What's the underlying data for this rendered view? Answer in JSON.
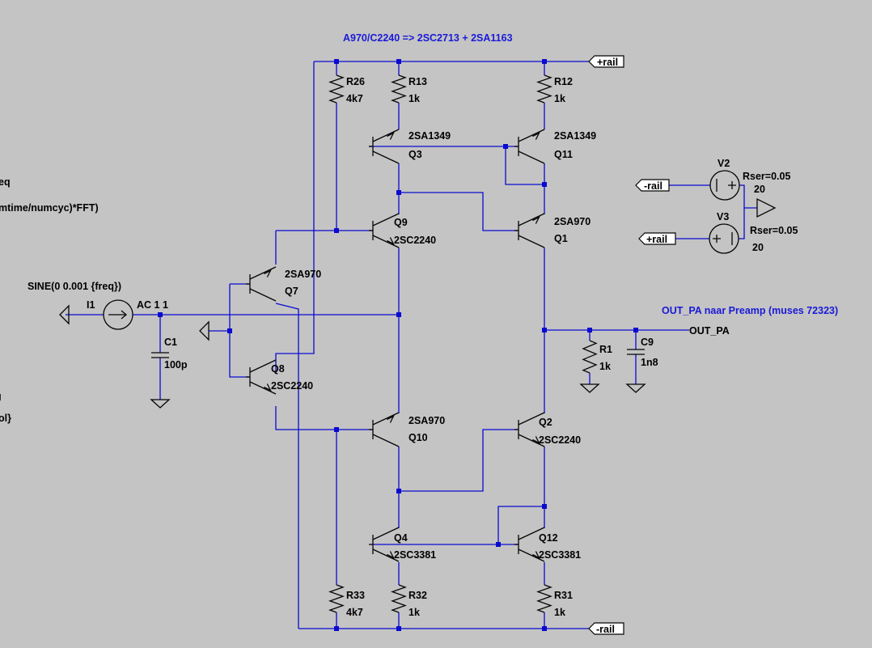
{
  "notes": {
    "title": "A970/C2240 =>  2SC2713 + 2SA1163",
    "output": "OUT_PA naar Preamp (muses 72323)",
    "clipped": [
      "eq",
      "mtime/numcyc)*FFT)",
      "g",
      "ol}"
    ]
  },
  "nets": {
    "pos_rail": "+rail",
    "neg_rail": "-rail",
    "out": "OUT_PA"
  },
  "source": {
    "name": "I1",
    "value": "AC 1 1",
    "sine": "SINE(0 0.001 {freq})"
  },
  "transistors": [
    {
      "id": "q3",
      "ref": "Q3",
      "part": "2SA1349"
    },
    {
      "id": "q11",
      "ref": "Q11",
      "part": "2SA1349"
    },
    {
      "id": "q9",
      "ref": "Q9",
      "part": "2SC2240"
    },
    {
      "id": "q1",
      "ref": "Q1",
      "part": "2SA970"
    },
    {
      "id": "q7",
      "ref": "Q7",
      "part": "2SA970"
    },
    {
      "id": "q8",
      "ref": "Q8",
      "part": "2SC2240"
    },
    {
      "id": "q10",
      "ref": "Q10",
      "part": "2SA970"
    },
    {
      "id": "q2",
      "ref": "Q2",
      "part": "2SC2240"
    },
    {
      "id": "q4",
      "ref": "Q4",
      "part": "2SC3381"
    },
    {
      "id": "q12",
      "ref": "Q12",
      "part": "2SC3381"
    }
  ],
  "resistors": [
    {
      "id": "r26",
      "ref": "R26",
      "value": "4k7"
    },
    {
      "id": "r13",
      "ref": "R13",
      "value": "1k"
    },
    {
      "id": "r12",
      "ref": "R12",
      "value": "1k"
    },
    {
      "id": "r1",
      "ref": "R1",
      "value": "1k"
    },
    {
      "id": "r33",
      "ref": "R33",
      "value": "4k7"
    },
    {
      "id": "r32",
      "ref": "R32",
      "value": "1k"
    },
    {
      "id": "r31",
      "ref": "R31",
      "value": "1k"
    }
  ],
  "capacitors": [
    {
      "id": "c1",
      "ref": "C1",
      "value": "100p"
    },
    {
      "id": "c9",
      "ref": "C9",
      "value": "1n8"
    }
  ],
  "supplies": [
    {
      "id": "v2",
      "ref": "V2",
      "rser": "Rser=0.05",
      "value": "20"
    },
    {
      "id": "v3",
      "ref": "V3",
      "rser": "Rser=0.05",
      "value": "20"
    }
  ]
}
